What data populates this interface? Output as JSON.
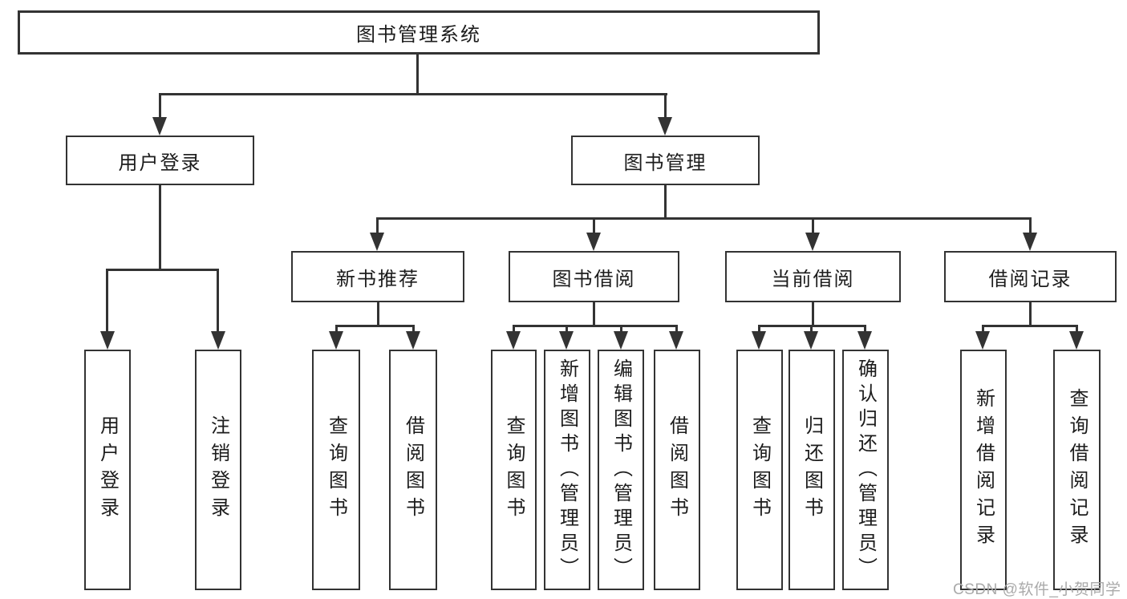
{
  "diagram": {
    "type": "tree",
    "root": {
      "label": "图书管理系统",
      "children": [
        {
          "label": "用户登录",
          "children": [
            {
              "label": "用户登录"
            },
            {
              "label": "注销登录"
            }
          ]
        },
        {
          "label": "图书管理",
          "children": [
            {
              "label": "新书推荐",
              "children": [
                {
                  "label": "查询图书"
                },
                {
                  "label": "借阅图书"
                }
              ]
            },
            {
              "label": "图书借阅",
              "children": [
                {
                  "label": "查询图书"
                },
                {
                  "label": "新增图书（管理员）"
                },
                {
                  "label": "编辑图书（管理员）"
                },
                {
                  "label": "借阅图书"
                }
              ]
            },
            {
              "label": "当前借阅",
              "children": [
                {
                  "label": "查询图书"
                },
                {
                  "label": "归还图书"
                },
                {
                  "label": "确认归还（管理员）"
                }
              ]
            },
            {
              "label": "借阅记录",
              "children": [
                {
                  "label": "新增借阅记录"
                },
                {
                  "label": "查询借阅记录"
                }
              ]
            }
          ]
        }
      ]
    }
  },
  "watermark": {
    "text": "CSDN @软件_小贺同学"
  },
  "colors": {
    "line": "#333333",
    "text": "#1c1c1c",
    "watermark": "#aaaaaa",
    "background": "#ffffff"
  }
}
